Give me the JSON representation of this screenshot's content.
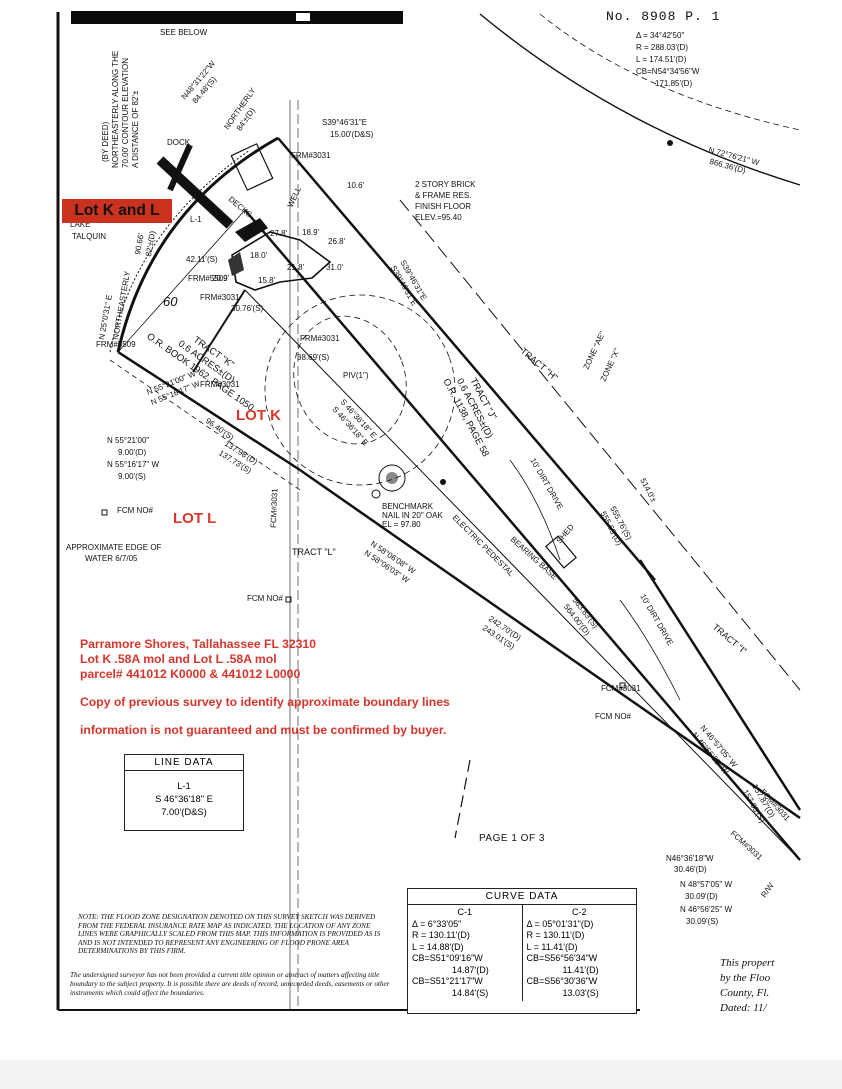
{
  "header": {
    "document_number": "No. 8908   P. 1",
    "see_below": "SEE BELOW"
  },
  "callouts": {
    "lot_k_and_l": "Lot K and L",
    "lot_k": "LOT K",
    "lot_l": "LOT L"
  },
  "notes": {
    "address": "Parramore Shores, Tallahassee FL 32310",
    "lots": "Lot K .58A mol and  Lot L .58A mol",
    "parcels": "parcel# 441012 K0000 & 441012 L0000",
    "survey_copy": "Copy of previous survey to identify approximate boundary lines",
    "disclaimer": "information is not guaranteed and must be confirmed by buyer."
  },
  "top_right_curve": {
    "delta": "Δ = 34°42'50\"",
    "radius": "R = 288.03'(D)",
    "length": "L = 174.51'(D)",
    "chord_bearing": "CB=N54°34'56\"W",
    "chord_length": "171.85'(D)"
  },
  "drawing_labels": {
    "deed_note": "(BY DEED)",
    "deed_note_2": "NORTHEASTERLY ALONG THE",
    "deed_note_3": "70.00' CONTOUR ELEVATION",
    "deed_note_4": "A DISTANCE OF 82'±",
    "bearing_top": "N48°31'22\"W",
    "bearing_top_dist": "84.48'(S)",
    "northerly": "NORTHERLY",
    "northerly_dist": "84'±(D)",
    "dock": "DOCK",
    "bearing_se": "S39°46'31\"E",
    "bearing_se_dist": "15.00'(D&S)",
    "house_1": "2 STORY BRICK",
    "house_2": "& FRAME RES.",
    "house_3": "FINISH FLOOR",
    "house_4": "ELEV.=95.40",
    "setback": "10.6'",
    "lake_1": "LAKE",
    "lake_2": "TALQUIN",
    "decks": "DECKS",
    "well": "WELL",
    "l1": "L-1",
    "ne_dist": "90.66'",
    "ne_dist_d": "82'±(D)",
    "n_bearing": "N 25°0'31\" E",
    "northeasterly": "NORTHEASTERLY",
    "tract_k_1": "TRACT \"K\"",
    "tract_k_2": "0.6 ACRES±(D)",
    "tract_k_3": "O.R. BOOK 1962, PAGE 1050",
    "tract_j_1": "TRACT \"J\"",
    "tract_j_2": "0.6 ACRES±(D)",
    "tract_j_3": "O.R. 1138, PAGE 58",
    "tract_h": "TRACT \"H\"",
    "tract_i": "TRACT \"I\"",
    "tract_l": "TRACT \"L\"",
    "zone_ae": "ZONE \"AE\"",
    "zone_x": "ZONE \"X\"",
    "s3946_1": "S39°46'31\"E",
    "s3946_2": "S39°46'31\"E",
    "s4636_1": "S 46°36'18\" E",
    "s4636_2": "S 46°36'18\" E",
    "n5521_a": "N 55°21'00\" W",
    "n5516_a": "N 55°16'17\" W",
    "d137_98": "137.98'(D)",
    "d137_73": "137.73'(S)",
    "d96_40": "96.40'(S)",
    "n5521_b": "N 55°21'00\"",
    "n5521_b2": "9.00'(D)",
    "n5516_b": "N 55°16'17\" W",
    "n5516_b2": "9.00'(S)",
    "fcm_no1": "FCM NO#",
    "fcm_no2": "FCM NO#",
    "fcm_no3": "FCM NO#",
    "fcm3031_a": "FCM#3031",
    "approx_edge_1": "APPROXIMATE EDGE OF",
    "approx_edge_2": "WATER 6/7/05",
    "benchmark_1": "BENCHMARK",
    "benchmark_2": "NAIL IN 20\" OAK",
    "benchmark_3": "EL = 97.80",
    "electric": "ELECTRIC PEDESTAL",
    "bearing_base": "BEARING BASE",
    "n5806_1": "N 58°06'08\" W",
    "n5806_2": "N 58°06'03\" W",
    "d242_70": "242.70'(D)",
    "d243_01": "243.01'(S)",
    "d563_83": "563.83'(S)",
    "d564_00": "564.00'(D)",
    "d555_76": "555.76'(S)",
    "d555_69": "555.69'(D)",
    "d514": "514.0'±",
    "dirt_drive_1": "10' DIRT DRIVE",
    "dirt_drive_2": "10' DIRT DRIVE",
    "shed": "SHED",
    "n7276": "N 72°76'21\" W",
    "d866": "866.36'(D)",
    "n4657_1": "N 46°57'05\" W",
    "n4656_1": "N 46°56'25\" W",
    "d157_87": "157.87'(D)",
    "d157_83": "157.83'(S)",
    "n4636_c": "N46°36'18\"W",
    "n4636_c2": "30.46'(D)",
    "n4857": "N 48°57'05\" W",
    "n4857_2": "30.09'(D)",
    "n4656_c": "N 46°56'25\" W",
    "n4656_c2": "30.09'(S)",
    "rw": "R/W",
    "fcm3031_b": "FCM#3031",
    "fcm3031_c": "FCM#3031",
    "fcm3031_d": "FCM#3031",
    "frm_a": "FRM#5509",
    "frm_b": "FRM#5509",
    "frm_c": "FRM#3031",
    "frm_d": "FRM#3031",
    "frm_e": "FRM#3031",
    "frm_f": "FRM#3031",
    "dim_42": "42.11'(S)",
    "dim_30": "30.76'(S)",
    "dim_20": "20.9'",
    "dim_18a": "18.0'",
    "dim_15a": "15.8'",
    "dim_21": "21.8'",
    "dim_31": "31.0'",
    "dim_18b": "18.9'",
    "dim_26": "26.8'",
    "dim_27": "27.8'",
    "dim_60": "60",
    "dim_s_pt": "38.69'(S)",
    "piv": "PIV(1\")"
  },
  "page_of": "PAGE 1 OF 3",
  "line_data": {
    "title": "LINE DATA",
    "line": "L-1",
    "bearing": "S 46°36'18\" E",
    "distance": "7.00'(D&S)"
  },
  "curve_data": {
    "title": "CURVE DATA",
    "c1": {
      "name": "C-1",
      "delta": "Δ = 6°33'05\"",
      "radius": "R = 130.11'(D)",
      "length": "L = 14.88'(D)",
      "cb": "CB=S51°09'16\"W",
      "cd": "14.87'(D)",
      "cb2": "CB=S51°21'17\"W",
      "cd2": "14.84'(S)"
    },
    "c2": {
      "name": "C-2",
      "delta": "Δ = 05°01'31\"(D)",
      "radius": "R = 130.11'(D)",
      "length": "L = 11.41'(D)",
      "cb": "CB=S56°56'34\"W",
      "cd": "11.41'(D)",
      "cb2": "CB=S56°30'36\"W",
      "cd2": "13.03'(S)"
    }
  },
  "flood_note": "NOTE: THE FLOOD ZONE DESIGNATION DENOTED ON THIS SURVEY SKETCH WAS DERIVED FROM THE FEDERAL INSURANCE RATE MAP AS INDICATED. THE LOCATION OF ANY ZONE LINES WERE GRAPHICALLY SCALED FROM THIS MAP. THIS INFORMATION IS PROVIDED AS IS AND IS NOT INTENDED TO REPRESENT ANY ENGINEERING OF FLOOD PRONE AREA DETERMINATIONS BY THIS FIRM.",
  "surveyor_note": "The undersigned surveyor has not been provided a current title opinion or abstract of matters affecting title boundary to the subject property. It is possible there are deeds of record, unrecorded deeds, easements or other instruments which could affect the boundaries.",
  "corner_note": {
    "line1": "This propert",
    "line2": "by the Floo",
    "line3": "County, Fl. ",
    "line4": "Dated: 11/"
  }
}
